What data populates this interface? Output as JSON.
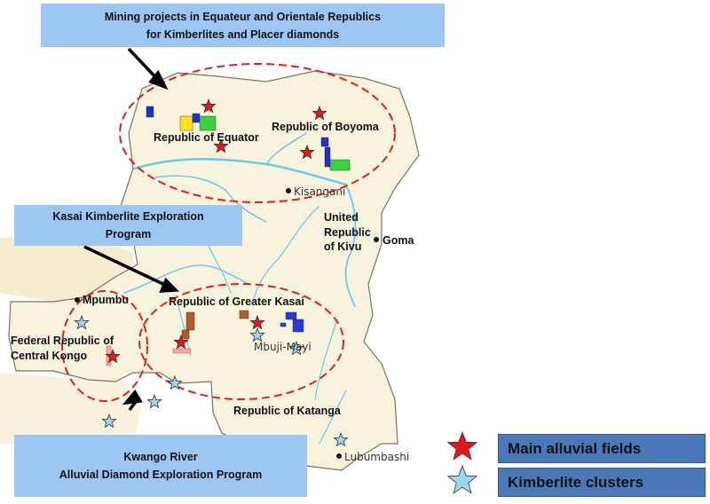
{
  "callouts": {
    "north_line1": "Mining projects in Equateur and Orientale Republics",
    "north_line2": "for Kimberlites and Placer diamonds",
    "kasai_line1": "Kasai Kimberlite Exploration",
    "kasai_line2": "Program",
    "kwango_line1": "Kwango River",
    "kwango_line2": "Alluvial Diamond Exploration Program"
  },
  "regions": {
    "equator": "Republic of Equator",
    "boyoma": "Republic of Boyoma",
    "kivu_1": "United",
    "kivu_2": "Republic",
    "kivu_3": "of Kivu",
    "greater_kasai": "Republic of Greater Kasai",
    "central_kongo_1": "Federal Republic of",
    "central_kongo_2": "Central Kongo",
    "katanga": "Republic of Katanga"
  },
  "cities": {
    "kisangani": "Kisangani",
    "goma": "Goma",
    "mpumbu": "Mpumbu",
    "mbuji_mayi": "Mbuji-Mayi",
    "lubumbashi": "Lubumbashi"
  },
  "legend": {
    "alluvial": "Main alluvial fields",
    "kimberlite": "Kimberlite clusters"
  },
  "colors": {
    "alluvial_star": "#e8141c",
    "kimberlite_star": "#9fd4f2",
    "callout_bg": "#9dc7f2",
    "legend_bg": "#4a78b8",
    "land": "#f8f3dc",
    "river": "#6cc7e8",
    "ellipse": "#e0201c"
  }
}
